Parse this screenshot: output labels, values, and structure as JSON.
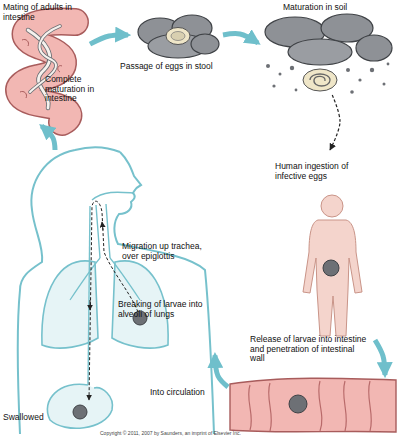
{
  "diagram": {
    "nodes": [
      {
        "text": [
          "Mating of adults in intestine",
          "Complete maturation in intestine"
        ]
      },
      {
        "text": [
          "Passage of eggs in stool"
        ]
      },
      {
        "text": [
          "Maturation in soil"
        ]
      },
      {
        "text": [
          "Human ingestion of infective eggs"
        ]
      },
      {
        "text": [
          "Release of larvae into intestine and penetration of intestinal wall"
        ]
      },
      {
        "text": [
          "Migration up trachea, over epiglottis",
          "Breaking of larvae into alveoli of lungs",
          "Swallowed"
        ]
      }
    ],
    "edges": [
      {
        "from": 0,
        "to": 1,
        "arrow": "to"
      },
      {
        "from": 1,
        "to": 2,
        "arrow": "to"
      },
      {
        "from": 2,
        "to": 3,
        "arrow": "to"
      },
      {
        "from": 3,
        "to": 4,
        "arrow": "to"
      },
      {
        "from": 4,
        "to": 5,
        "label": "Into circulation",
        "arrow": "to"
      },
      {
        "from": 5,
        "to": 0,
        "arrow": "to"
      }
    ],
    "labels": [
      "Copyright © 2011, 2007 by Saunders, an imprint of Elsevier Inc."
    ]
  }
}
